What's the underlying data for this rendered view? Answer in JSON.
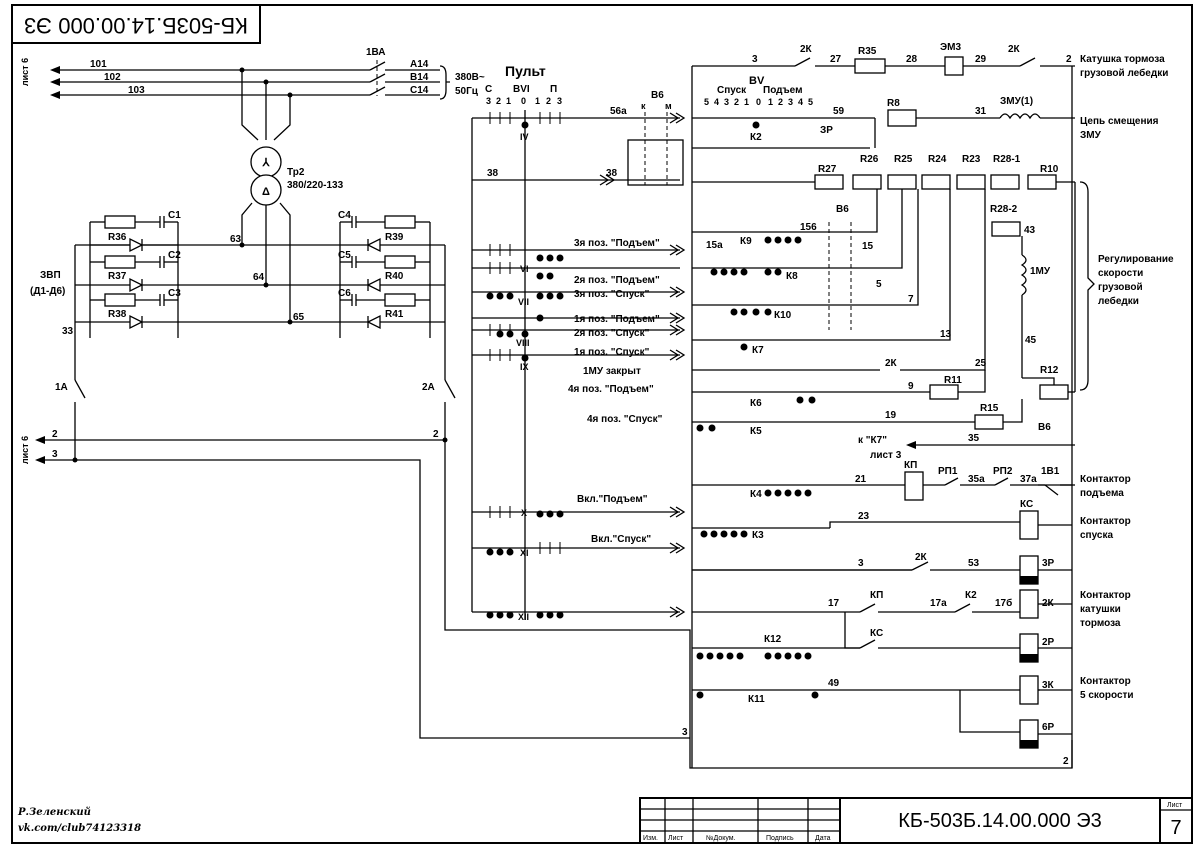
{
  "doc": {
    "designation": "КБ-503Б.14.00.000 Э3",
    "sheet_label": "Лист",
    "sheet_number": "7",
    "author": "Р.Зеленский",
    "author_link": "vk.com/club74123318"
  },
  "title_block": {
    "col_izm": "Изм.",
    "col_list": "Лист",
    "col_ndoc": "№Докум.",
    "col_podpis": "Подпись",
    "col_data": "Дата"
  },
  "power": {
    "sheet_ref_top": "лист 6",
    "sheet_ref_bottom": "лист 6",
    "switch": "1ВА",
    "lines": [
      "101",
      "102",
      "103"
    ],
    "phases": [
      "A14",
      "B14",
      "C14"
    ],
    "voltage": "380В~",
    "freq": "50Гц",
    "transformer": "Тр2",
    "transformer_ratio": "380/220-133",
    "rectifier": "ЗВП",
    "rectifier_sub": "(Д1-Д6)",
    "resistors": [
      "R36",
      "R37",
      "R38",
      "R39",
      "R40",
      "R41"
    ],
    "caps": [
      "C1",
      "C2",
      "C3",
      "C4",
      "C5",
      "C6"
    ],
    "wires": [
      "63",
      "64",
      "65",
      "33"
    ],
    "contacts": [
      "1А",
      "2А"
    ],
    "out_wires": [
      "2",
      "3",
      "2"
    ]
  },
  "console": {
    "title": "Пульт",
    "bvi": "BVI",
    "cols": [
      "С",
      "П"
    ],
    "digits_left": [
      "3",
      "2",
      "1",
      "0",
      "1",
      "2",
      "3"
    ],
    "roman": [
      "IV",
      "VI",
      "VII",
      "VIII",
      "IX",
      "X",
      "XI",
      "XII"
    ],
    "wires": [
      "56а",
      "38",
      "38"
    ],
    "b6": "В6",
    "km": [
      "к",
      "м"
    ]
  },
  "bv": {
    "title": "BV",
    "down": "Спуск",
    "up": "Подъем",
    "digits": [
      "5",
      "4",
      "3",
      "2",
      "1",
      "0",
      "1",
      "2",
      "3",
      "4",
      "5"
    ],
    "k_labels": [
      "К2",
      "К9",
      "К8",
      "К10",
      "К7",
      "К6",
      "К5",
      "К4",
      "К3",
      "К12",
      "К11"
    ]
  },
  "positions": [
    "3я поз. \"Подъем\"",
    "2я поз. \"Подъем\"",
    "3я поз. \"Спуск\"",
    "1я поз. \"Подъем\"",
    "2я поз. \"Спуск\"",
    "1я поз. \"Спуск\"",
    "1МУ закрыт",
    "4я поз. \"Подъем\"",
    "4я поз. \"Спуск\"",
    "Вкл.\"Подъем\"",
    "Вкл.\"Спуск\""
  ],
  "right": {
    "top_wires": [
      "3",
      "27",
      "28",
      "29",
      "2"
    ],
    "k2": "2К",
    "r35": "R35",
    "em3": "ЭМ3",
    "r8": "R8",
    "w59": "59",
    "w31": "31",
    "zmu": "ЗМУ(1)",
    "zr": "ЗР",
    "rchain": [
      "R27",
      "R26",
      "R25",
      "R24",
      "R23",
      "R28-1",
      "R10"
    ],
    "r28_2": "R28-2",
    "w43": "43",
    "mu1": "1МУ",
    "w45": "45",
    "w_misc": [
      "15а",
      "156",
      "15",
      "5",
      "7",
      "13",
      "25",
      "9",
      "19"
    ],
    "b6": "В6",
    "r11": "R11",
    "r12": "R12",
    "r15": "R15",
    "k7_ref": "к \"К7\"",
    "k7_sheet": "лист 3",
    "w35": "35",
    "kp": "КП",
    "rp1": "РП1",
    "rp2": "РП2",
    "b1": "1В1",
    "w21": "21",
    "w35a": "35а",
    "w37a": "37а",
    "w23": "23",
    "ks": "КС",
    "w3": "3",
    "w53": "53",
    "coil_3r": "3Р",
    "w17": "17",
    "w17a": "17а",
    "k2_b": "К2",
    "w176": "17б",
    "coil_2k": "2К",
    "coil_2r": "2Р",
    "w49": "49",
    "coil_3k": "3К",
    "coil_6r": "6Р",
    "w2_bottom": "2",
    "w3_bottom": "3"
  },
  "legend": {
    "brake_coil_1": "Катушка тормоза",
    "brake_coil_2": "грузовой лебедки",
    "bias_1": "Цепь смещения",
    "bias_2": "ЗМУ",
    "reg_1": "Регулирование",
    "reg_2": "скорости",
    "reg_3": "грузовой",
    "reg_4": "лебедки",
    "up_1": "Контактор",
    "up_2": "подъема",
    "down_1": "Контактор",
    "down_2": "спуска",
    "brake_1": "Контактор",
    "brake_2": "катушки",
    "brake_3": "тормоза",
    "speed_1": "Контактор",
    "speed_2": "5 скорости"
  }
}
